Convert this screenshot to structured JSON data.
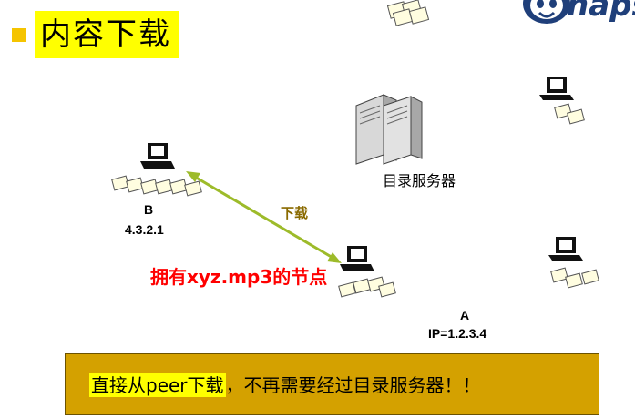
{
  "slide": {
    "title": "内容下载",
    "logo_text": "naps"
  },
  "nodes": {
    "server_label": "目录服务器",
    "b_name": "B",
    "b_ip": "4.3.2.1",
    "a_name": "A",
    "a_ip": "IP=1.2.3.4"
  },
  "edge": {
    "download_label": "下载",
    "owner_label": "拥有xyz.mp3的节点"
  },
  "notice": {
    "highlight": "直接从peer下载",
    "rest": "，不再需要经过目录服务器！！"
  },
  "colors": {
    "title_bg": "#ffff00",
    "bullet": "#f5c400",
    "edge_line": "#9dbb2a",
    "owner_text": "#ff0000",
    "notice_bg": "#d4a100"
  }
}
